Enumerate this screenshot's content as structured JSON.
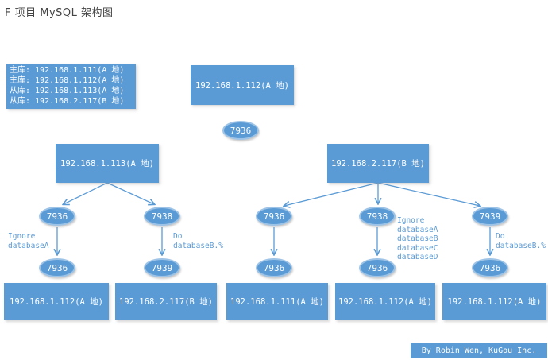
{
  "title": "F 项目 MySQL 架构图",
  "colors": {
    "accent": "#5B9BD5",
    "node_text": "#FFFFFF",
    "rule_text": "#5B9BD5",
    "title_text": "#444444",
    "ellipse_border": "#9DC3E6"
  },
  "legend": {
    "lines": [
      "主库: 192.168.1.111(A 地)",
      "主库: 192.168.1.112(A 地)",
      "从库: 192.168.1.113(A 地)",
      "从库: 192.168.2.117(B 地)"
    ]
  },
  "nodes": {
    "top": {
      "box": "192.168.1.112(A 地)",
      "port": "7936"
    },
    "left": {
      "root": "192.168.1.113(A 地)",
      "b1": {
        "src_port": "7936",
        "rule": "Ignore\ndatabaseA",
        "dst_port": "7936"
      },
      "b2": {
        "src_port": "7938",
        "rule": "Do\ndatabaseB.%",
        "dst_port": "7939"
      }
    },
    "right": {
      "root": "192.168.2.117(B 地)",
      "b1": {
        "src_port": "7936",
        "rule": "",
        "dst_port": "7936"
      },
      "b2": {
        "src_port": "7938",
        "rule": "Ignore\ndatabaseA\ndatabaseB\ndatabaseC\ndatabaseD",
        "dst_port": "7936"
      },
      "b3": {
        "src_port": "7939",
        "rule": "Do\ndatabaseB.%",
        "dst_port": "7936"
      }
    }
  },
  "bottom_row": [
    "192.168.1.112(A 地)",
    "192.168.2.117(B 地)",
    "192.168.1.111(A 地)",
    "192.168.1.112(A 地)",
    "192.168.1.112(A 地)"
  ],
  "footer": "By Robin Wen, KuGou Inc."
}
